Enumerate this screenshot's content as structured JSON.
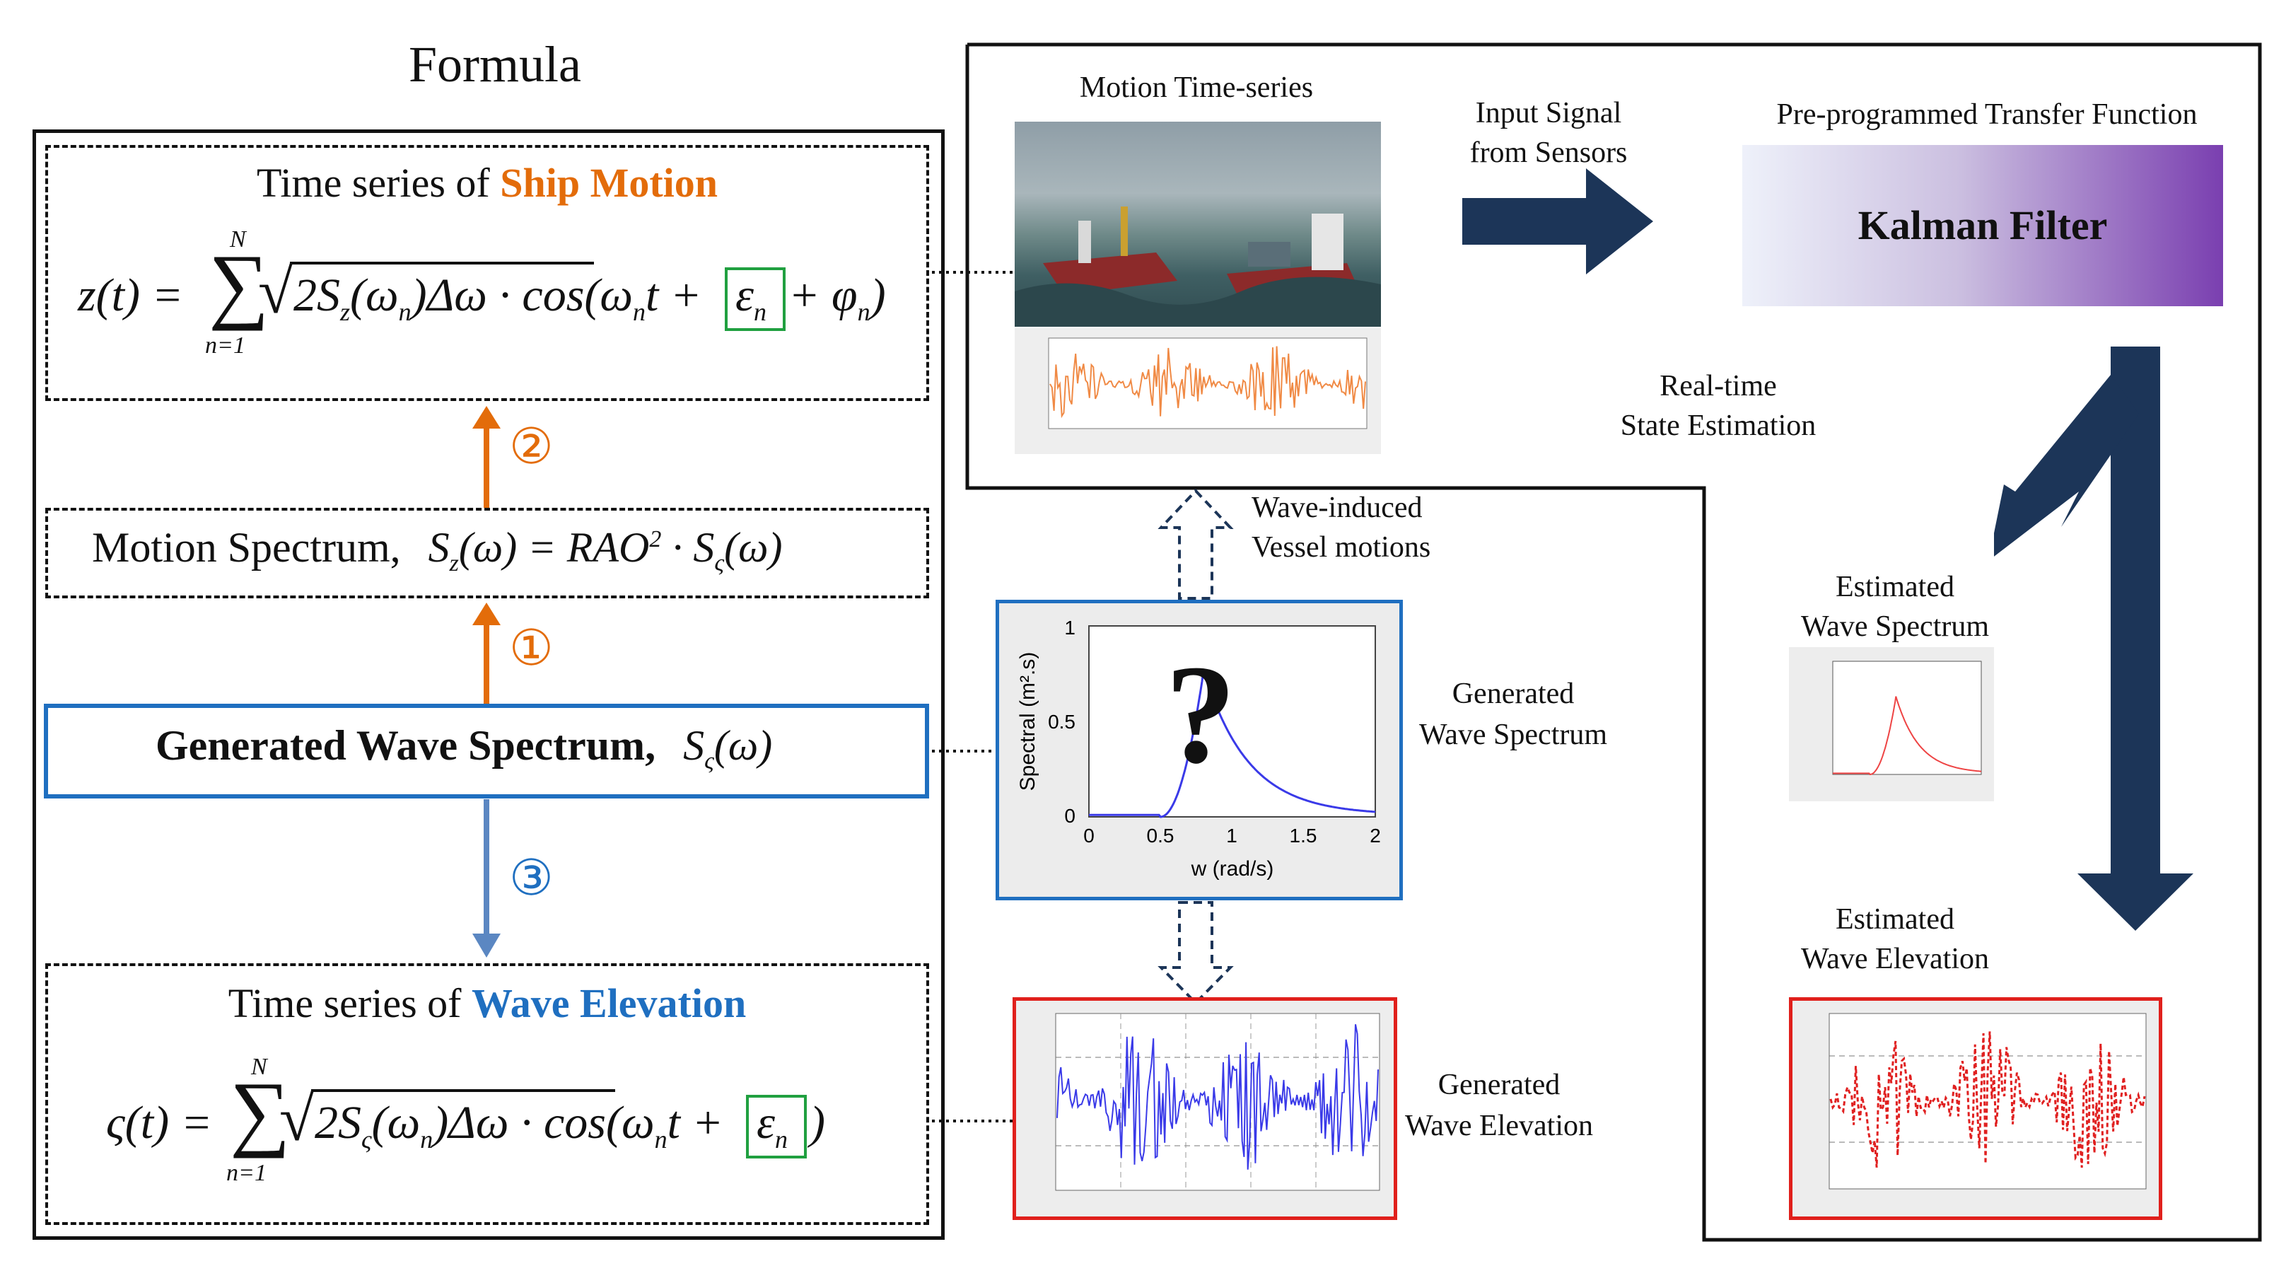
{
  "left_panel": {
    "title": "Formula",
    "box1_title_prefix": "Time series of",
    "box1_title_highlight": "Ship Motion",
    "box1_formula": "z(t) = Σ √(2S_z(ω_n)Δω) · cos(ω_n t + ε_n + φ_n)",
    "box1_sum_top": "N",
    "box1_sum_bottom": "n=1",
    "box2_label": "Motion Spectrum,",
    "box2_formula": "S_z(ω) = RAO² · S_ς(ω)",
    "box3_label": "Generated Wave Spectrum,",
    "box3_formula": "S_ς(ω)",
    "box4_title_prefix": "Time series of",
    "box4_title_highlight": "Wave Elevation",
    "box4_formula": "ς(t) = Σ √(2S_ς(ω_n)Δω) · cos(ω_n t + ε_n)",
    "box4_sum_top": "N",
    "box4_sum_bottom": "n=1",
    "step1": "①",
    "step2": "②",
    "step3": "③"
  },
  "middle": {
    "motion_ts_label": "Motion Time-series",
    "wave_induced_line1": "Wave-induced",
    "wave_induced_line2": "Vessel motions",
    "gen_spectrum_line1": "Generated",
    "gen_spectrum_line2": "Wave Spectrum",
    "gen_elev_line1": "Generated",
    "gen_elev_line2": "Wave Elevation",
    "question_mark": "?",
    "spectrum_chart": {
      "ylabel": "Spectral (m².s)",
      "xlabel": "w (rad/s)",
      "xticks": [
        "0",
        "0.5",
        "1",
        "1.5",
        "2"
      ],
      "yticks": [
        "0",
        "0.5",
        "1"
      ]
    }
  },
  "right_panel": {
    "input_line1": "Input Signal",
    "input_line2": "from Sensors",
    "transfer_label": "Pre-programmed Transfer Function",
    "kalman_label": "Kalman Filter",
    "realtime_line1": "Real-time",
    "realtime_line2": "State Estimation",
    "est_spectrum_line1": "Estimated",
    "est_spectrum_line2": "Wave Spectrum",
    "est_elev_line1": "Estimated",
    "est_elev_line2": "Wave Elevation"
  },
  "colors": {
    "orange": "#e36c0a",
    "blue": "#1f6fc0",
    "navy": "#1c3558",
    "red_frame": "#e0201c",
    "green_box": "#20a040",
    "spectrum_line": "#3a3ae8"
  }
}
